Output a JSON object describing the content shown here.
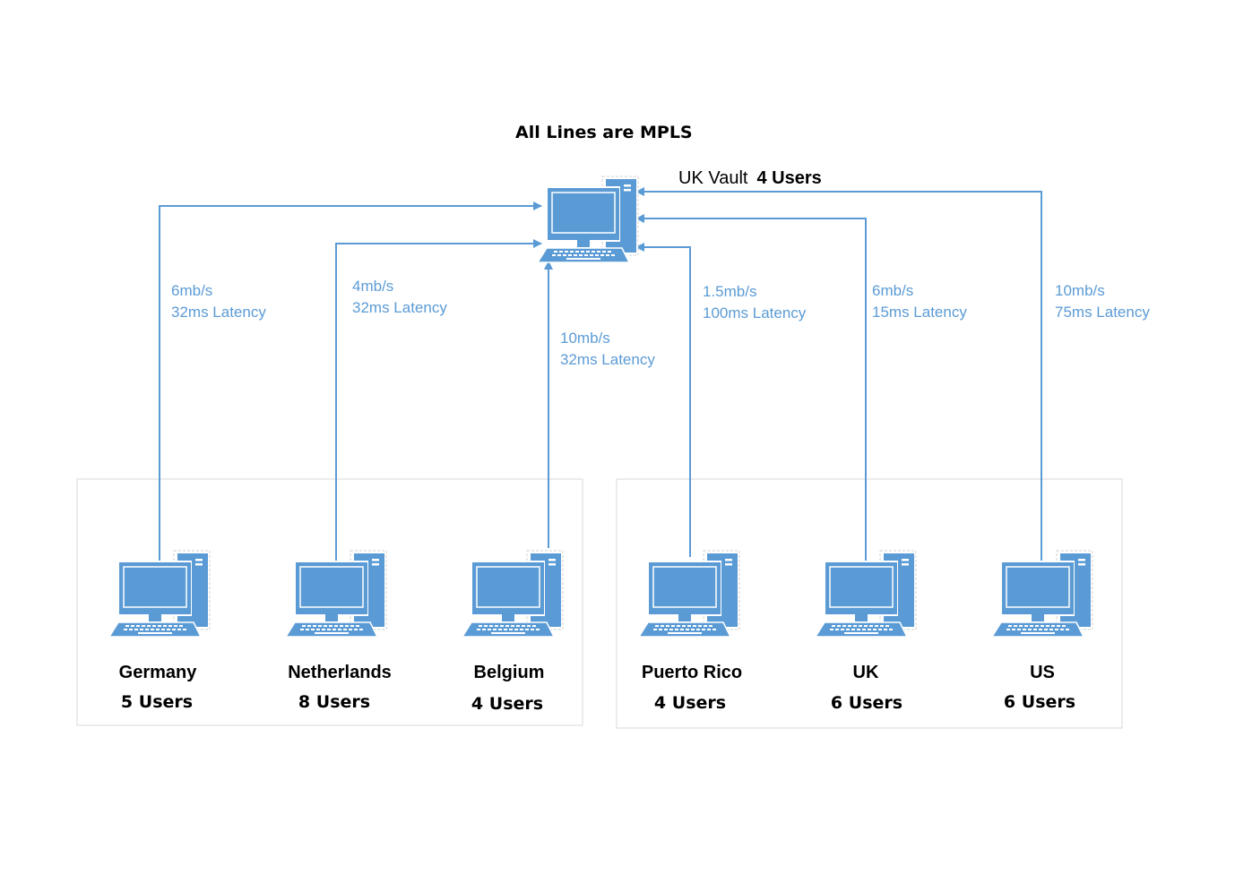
{
  "title": "All Lines are MPLS",
  "hub": {
    "name": "UK Vault",
    "users": "4 Users",
    "icon": "desktop-computer-icon"
  },
  "colors": {
    "line": "#5b9bd5",
    "icon": "#5b9bd5",
    "group_border": "#d9d9d9",
    "text": "#000000"
  },
  "sites": [
    {
      "name": "Germany",
      "users": "5 Users",
      "bandwidth": "6mb/s",
      "latency": "32ms Latency"
    },
    {
      "name": "Netherlands",
      "users": "8 Users",
      "bandwidth": "4mb/s",
      "latency": "32ms Latency"
    },
    {
      "name": "Belgium",
      "users": "4 Users",
      "bandwidth": "10mb/s",
      "latency": "32ms Latency"
    },
    {
      "name": "Puerto Rico",
      "users": "4 Users",
      "bandwidth": "1.5mb/s",
      "latency": "100ms Latency"
    },
    {
      "name": "UK",
      "users": "6 Users",
      "bandwidth": "6mb/s",
      "latency": "15ms Latency"
    },
    {
      "name": "US",
      "users": "6 Users",
      "bandwidth": "10mb/s",
      "latency": "75ms Latency"
    }
  ]
}
